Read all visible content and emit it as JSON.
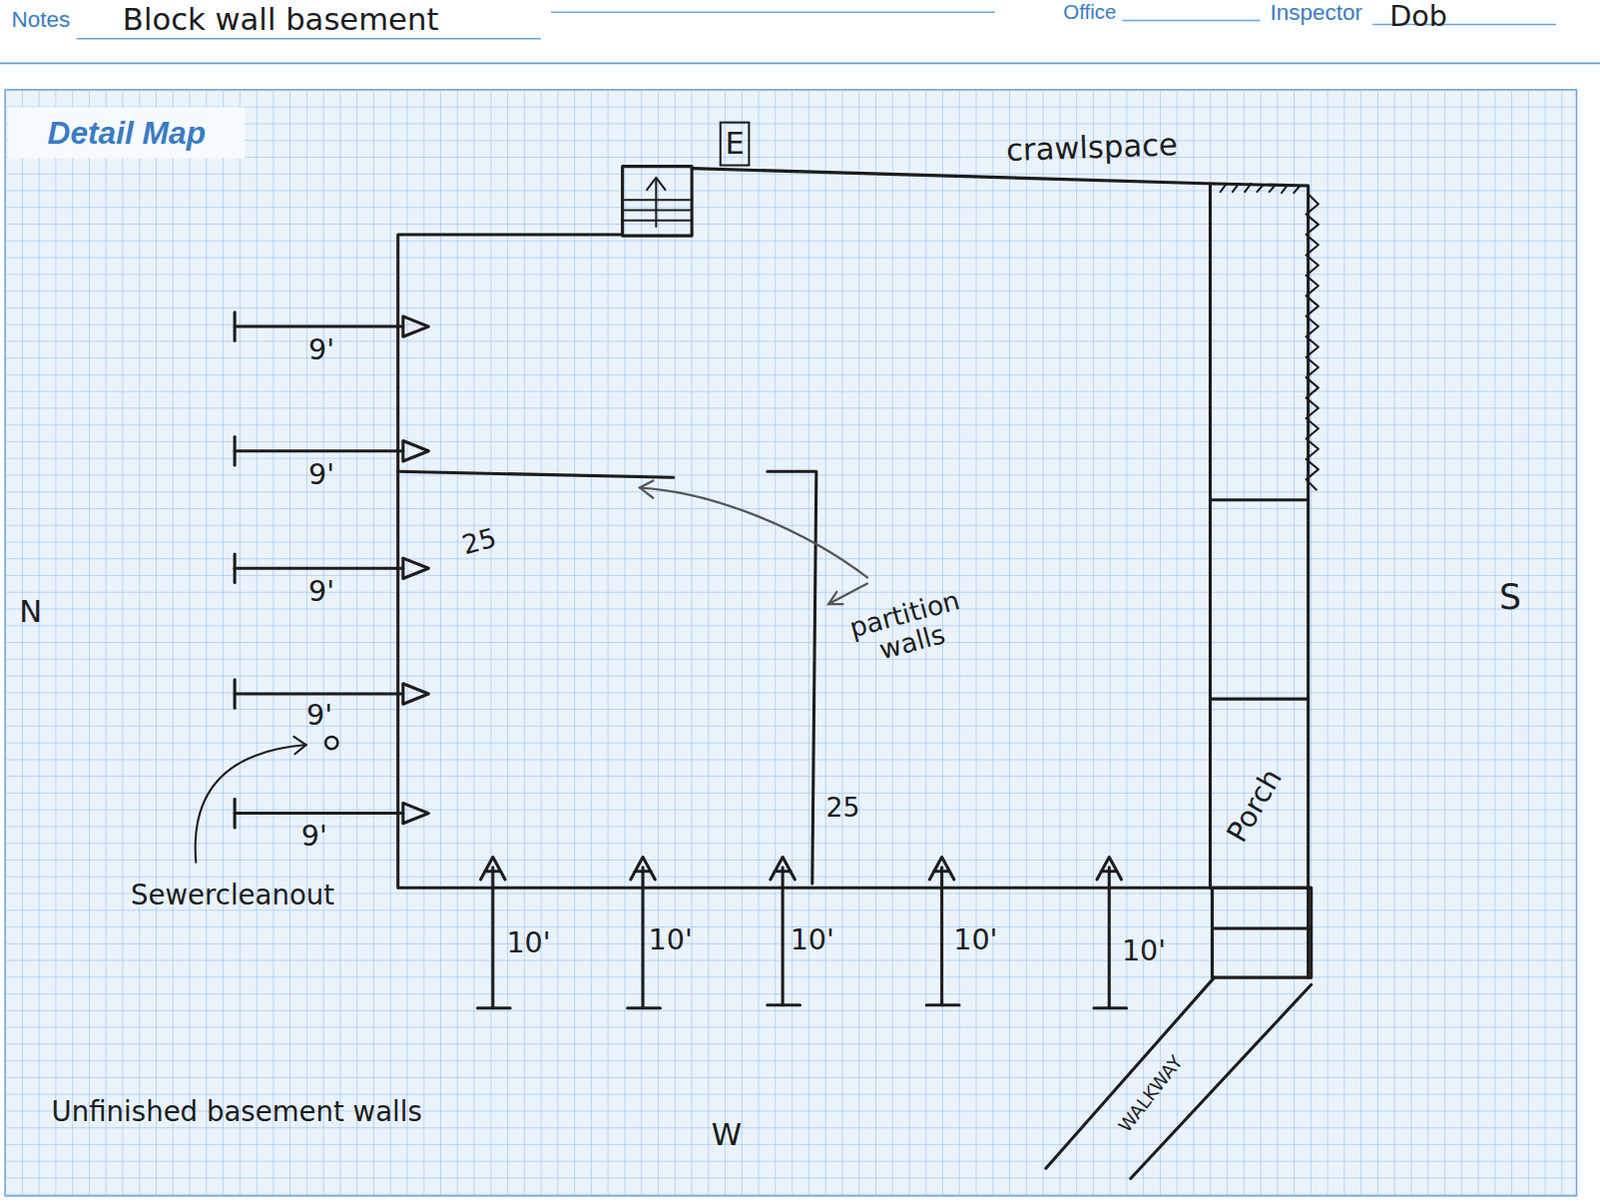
{
  "diagram": {
    "title": "Detail Map",
    "labels": [
      "Notes",
      "Block wall basement",
      "Office",
      "Inspector",
      "Dob",
      "E",
      "crawlspace",
      "9'",
      "9'",
      "25",
      "N",
      "9'",
      "partition walls",
      "S",
      "9'",
      "9'",
      "25",
      "Porch",
      "Sewercleanout",
      "10'",
      "10'",
      "10'",
      "10'",
      "10'",
      "WALKWAY",
      "Unfinished basement walls",
      "W"
    ]
  }
}
